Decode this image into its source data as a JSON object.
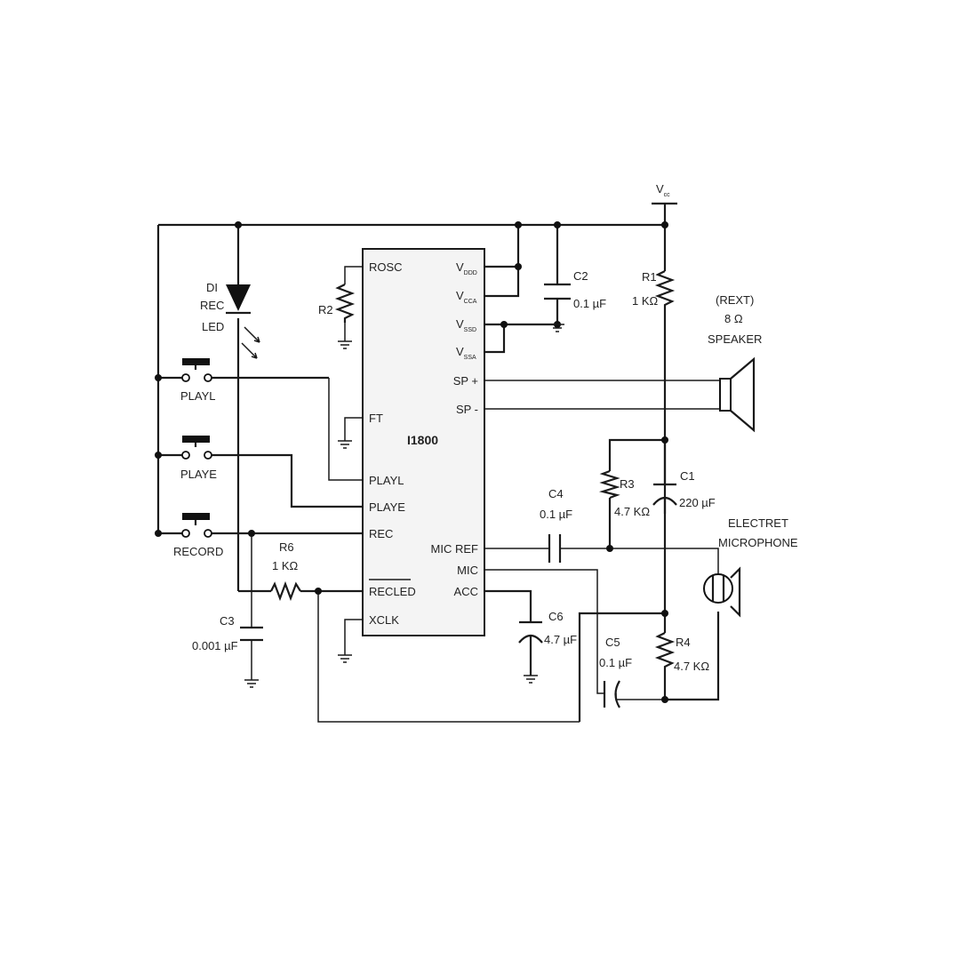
{
  "chip": {
    "name": "I1800",
    "pins_left": [
      "ROSC",
      "FT",
      "PLAYL",
      "PLAYE",
      "REC",
      "RECLED",
      "XCLK"
    ],
    "pins_right": [
      "SP +",
      "SP -",
      "MIC REF",
      "MIC",
      "ACC"
    ],
    "supply_pins": [
      {
        "main": "V",
        "sub": "DDD"
      },
      {
        "main": "V",
        "sub": "CCA"
      },
      {
        "main": "V",
        "sub": "SSD"
      },
      {
        "main": "V",
        "sub": "SSA"
      }
    ]
  },
  "vcc": {
    "main": "V",
    "sub": "cc"
  },
  "led": {
    "line1": "DI",
    "line2": "REC",
    "line3": "LED"
  },
  "switches": [
    "PLAYL",
    "PLAYE",
    "RECORD"
  ],
  "components": {
    "r1": {
      "name": "R1",
      "value": "1 KΩ"
    },
    "r2": {
      "name": "R2"
    },
    "r3": {
      "name": "R3",
      "value": "4.7 KΩ"
    },
    "r4": {
      "name": "R4",
      "value": "4.7 KΩ"
    },
    "r6": {
      "name": "R6",
      "value": "1 KΩ"
    },
    "c1": {
      "name": "C1",
      "value": "220 µF"
    },
    "c2": {
      "name": "C2",
      "value": "0.1 µF"
    },
    "c3": {
      "name": "C3",
      "value": "0.001 µF"
    },
    "c4": {
      "name": "C4",
      "value": "0.1 µF"
    },
    "c5": {
      "name": "C5",
      "value": "0.1 µF"
    },
    "c6": {
      "name": "C6",
      "value": "4.7 µF"
    }
  },
  "speaker": {
    "line1": "(REXT)",
    "line2": "8 Ω",
    "line3": "SPEAKER"
  },
  "microphone": {
    "line1": "ELECTRET",
    "line2": "MICROPHONE"
  }
}
